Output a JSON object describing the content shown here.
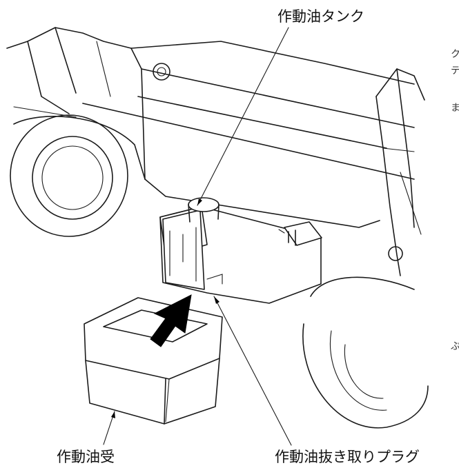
{
  "labels": {
    "tank": "作動油タンク",
    "drain_plug": "作動油抜き取りプラグ",
    "drain_pan": "作動油受"
  },
  "margin_fragments": [
    "ク",
    "テ",
    "ま",
    "ぶ"
  ]
}
